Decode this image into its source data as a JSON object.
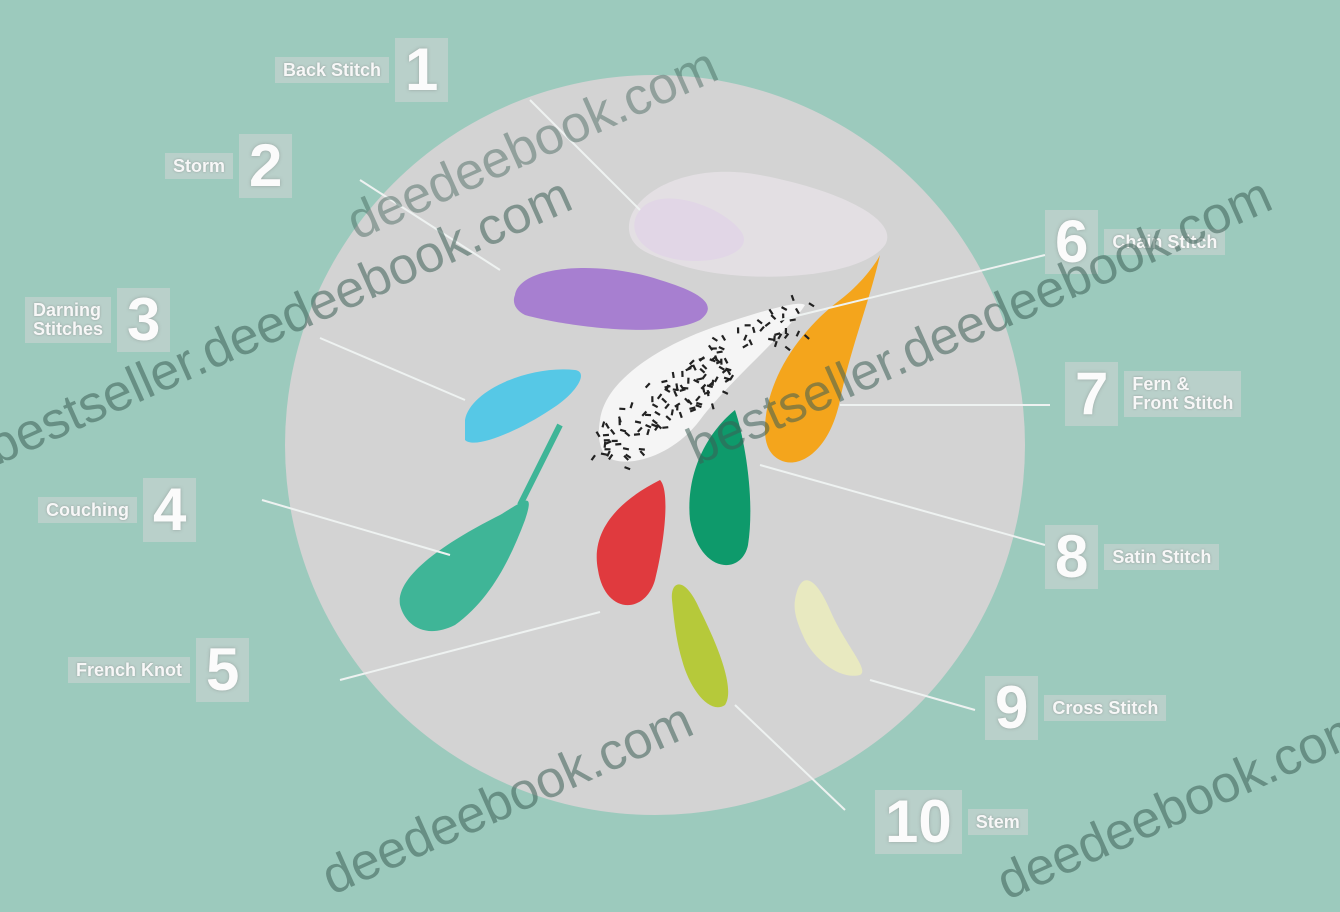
{
  "labels": [
    {
      "id": "1",
      "number": "1",
      "text": "Back Stitch"
    },
    {
      "id": "2",
      "number": "2",
      "text": "Storm"
    },
    {
      "id": "3",
      "number": "3",
      "text": "Darning\nStitches"
    },
    {
      "id": "4",
      "number": "4",
      "text": "Couching"
    },
    {
      "id": "5",
      "number": "5",
      "text": "French Knot"
    },
    {
      "id": "6",
      "number": "6",
      "text": "Chain Stitch"
    },
    {
      "id": "7",
      "number": "7",
      "text": "Fern &\nFront Stitch"
    },
    {
      "id": "8",
      "number": "8",
      "text": "Satin Stitch"
    },
    {
      "id": "9",
      "number": "9",
      "text": "Cross Stitch"
    },
    {
      "id": "10",
      "number": "10",
      "text": "Stem"
    }
  ],
  "watermarks": [
    "bestseller.deedeebook.com",
    "deedeebook.com",
    "deedeebook.com",
    "bestseller.deedeebook.com",
    "deedeebook.com"
  ],
  "colors": {
    "background": "#9ccabd",
    "hoop": "#d3d3d3",
    "petal_lavender": "#c8a8e0",
    "petal_purple": "#a77fd0",
    "petal_blue": "#56c8e6",
    "petal_teal": "#3fb597",
    "petal_red": "#e03a3e",
    "petal_green": "#0e9a6b",
    "petal_yellow": "#b6c93a",
    "petal_orange": "#f4a51c",
    "petal_cream": "#e8e9c0"
  }
}
